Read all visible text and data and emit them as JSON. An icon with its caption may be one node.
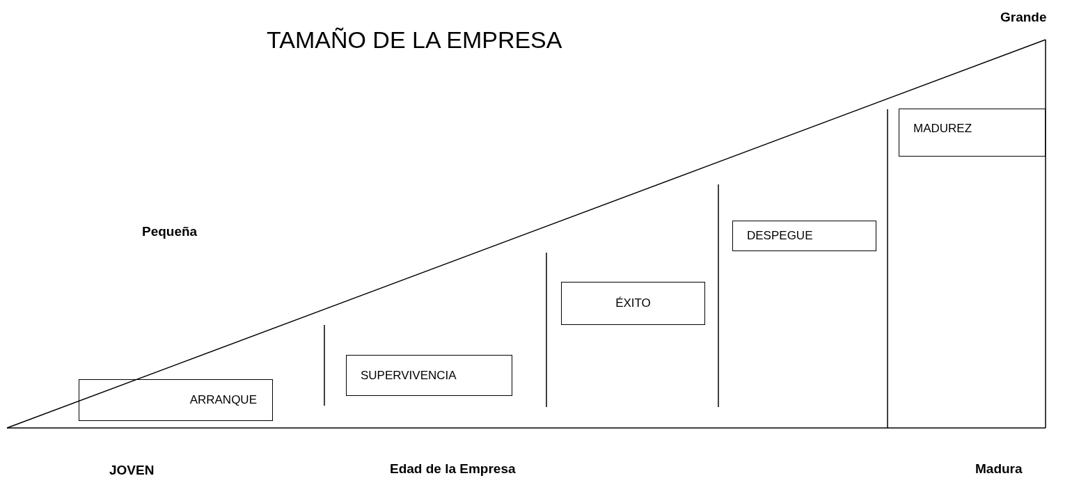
{
  "diagram": {
    "title": "TAMAÑO DE LA EMPRESA",
    "nodes": [
      {
        "text": [
          "ARRANQUE"
        ]
      },
      {
        "text": [
          "SUPERVIVENCIA"
        ]
      },
      {
        "text": [
          "ÉXITO"
        ]
      },
      {
        "text": [
          "DESPEGUE"
        ]
      },
      {
        "text": [
          "MADUREZ"
        ]
      }
    ],
    "labels": [
      "Grande",
      "Pequeña",
      "JOVEN",
      "Edad de la Empresa",
      "Madura"
    ]
  }
}
